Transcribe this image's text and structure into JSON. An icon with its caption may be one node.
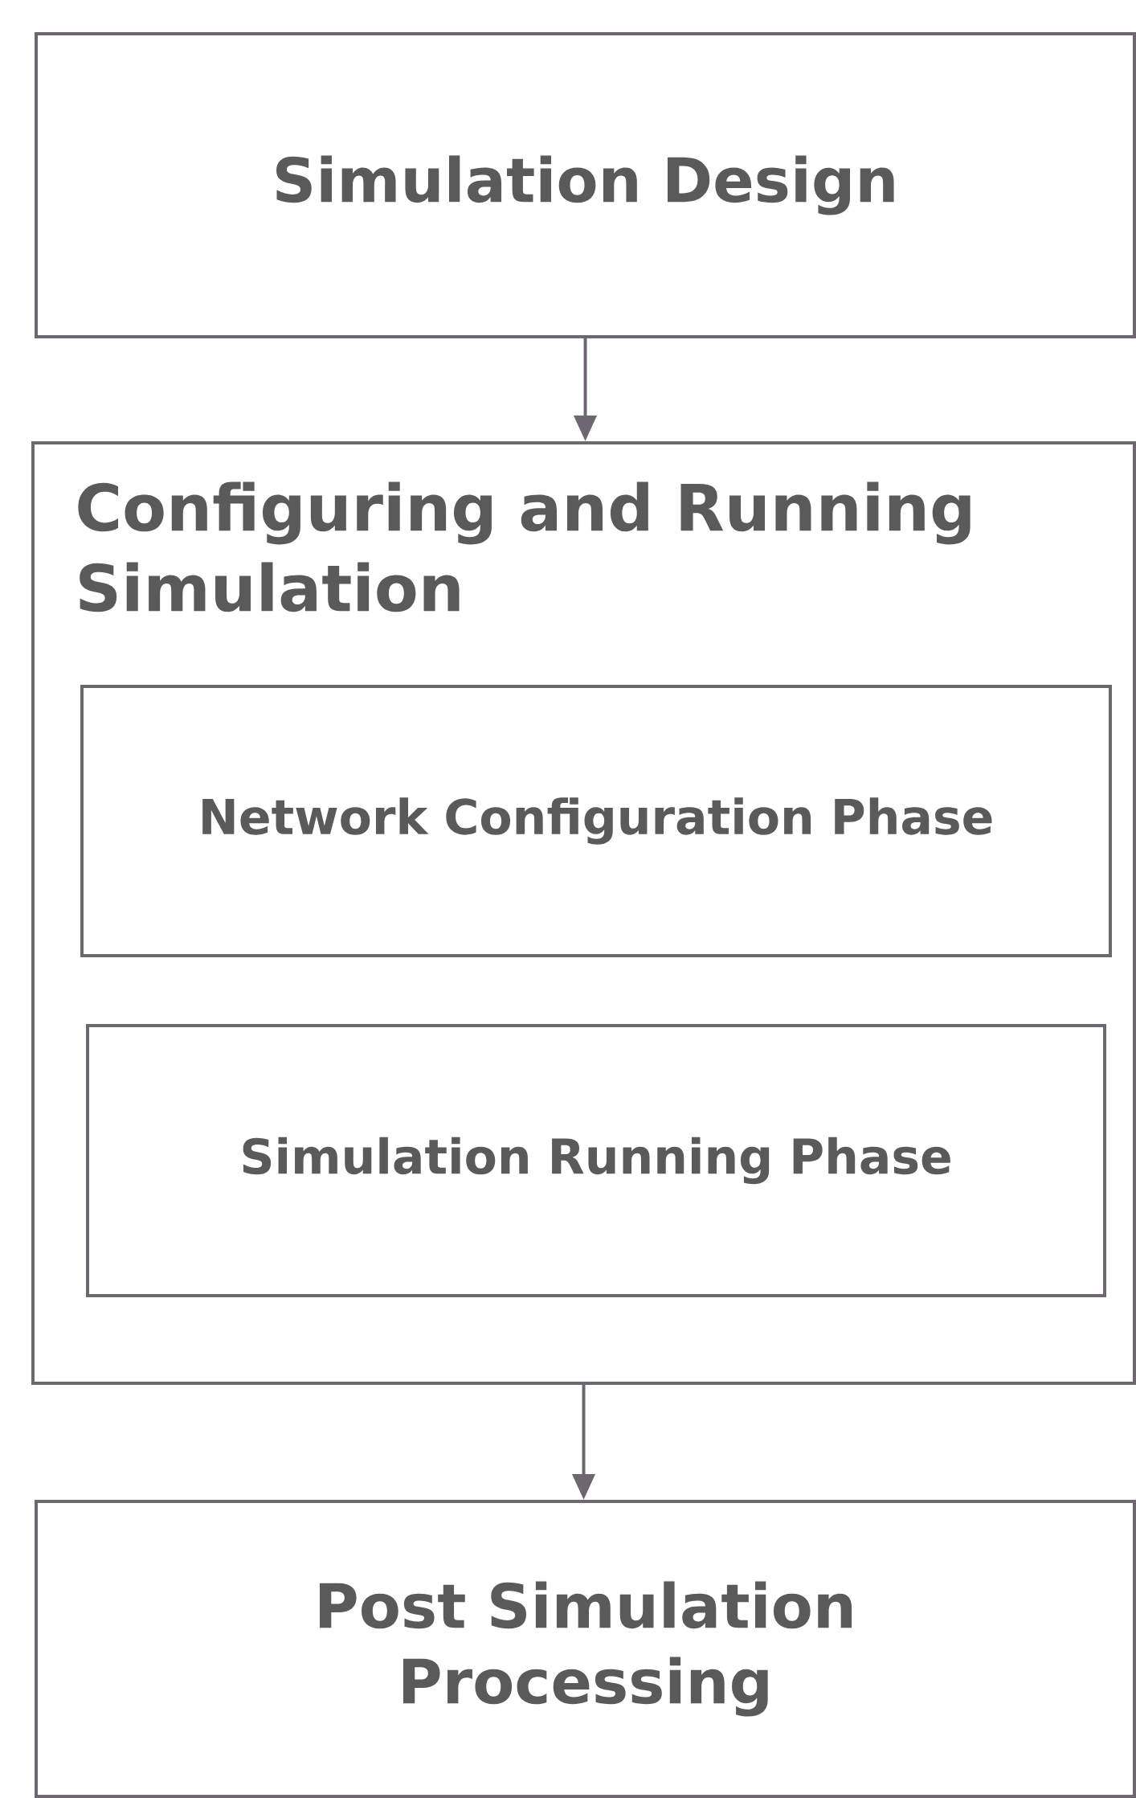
{
  "diagram": {
    "nodes": [
      {
        "text": [
          "Simulation Design"
        ]
      },
      {
        "text": [
          "Configuring and Running Simulation"
        ]
      },
      {
        "text": [
          "Network Configuration Phase"
        ],
        "in": 1
      },
      {
        "text": [
          "Simulation Running Phase"
        ],
        "in": 1
      },
      {
        "text": [
          "Post Simulation Processing"
        ]
      }
    ],
    "edges": [
      {
        "from": 0,
        "to": 1,
        "arrow": "to"
      },
      {
        "from": 1,
        "to": 4,
        "arrow": "to"
      }
    ]
  }
}
